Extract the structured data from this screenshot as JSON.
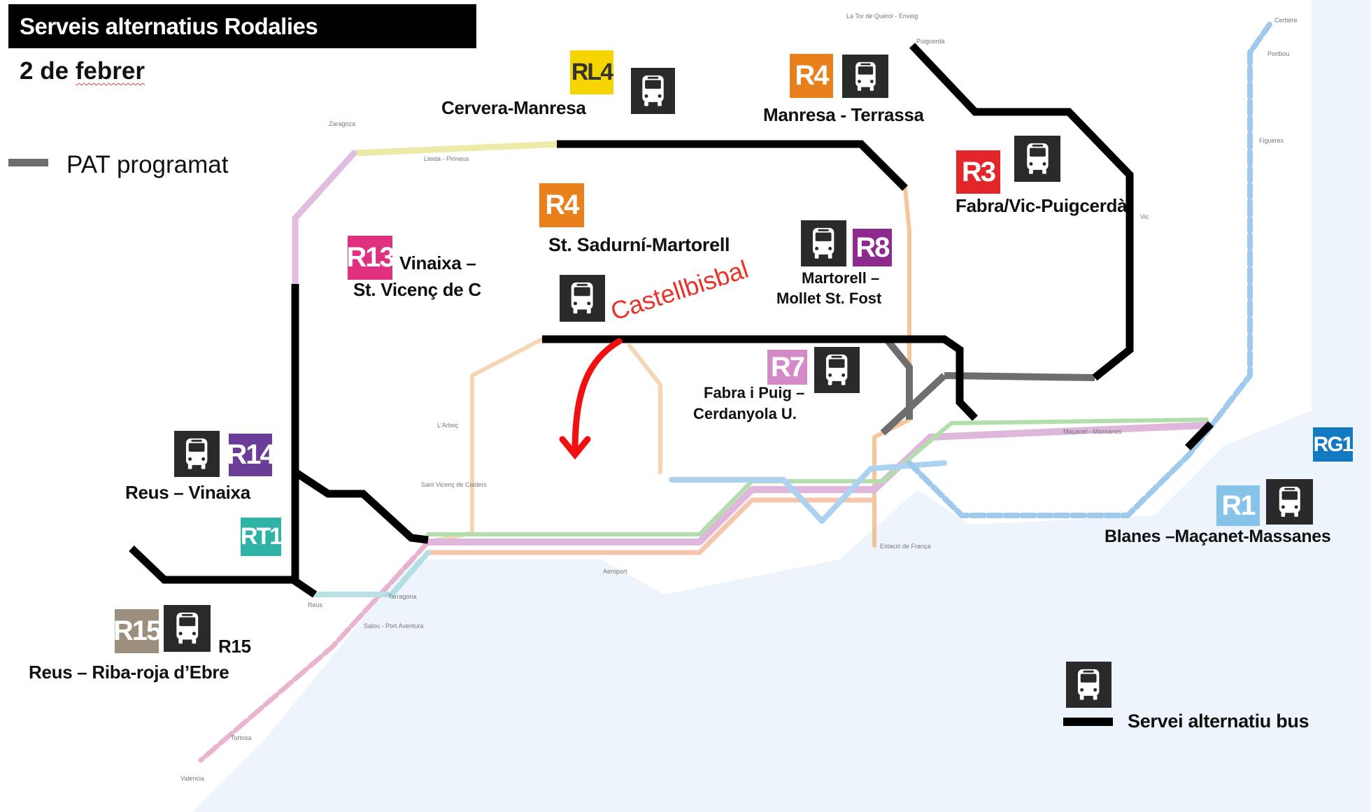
{
  "header": {
    "title": "Serveis alternatius Rodalies",
    "date": "2 de febrer"
  },
  "legend": {
    "pat_label": "PAT programat",
    "bus_label": "Servei alternatiu bus",
    "pat_color": "#6e6e6e",
    "bus_color": "#000000"
  },
  "services": {
    "rl4": {
      "line": "RL4",
      "color": "#f5d400",
      "route": "Cervera-Manresa"
    },
    "r4_north": {
      "line": "R4",
      "color": "#e8811c",
      "route": "Manresa - Terrassa"
    },
    "r3": {
      "line": "R3",
      "color": "#e3262a",
      "route": "Fabra/Vic-Puigcerdà"
    },
    "r4_south": {
      "line": "R4",
      "color": "#e8811c",
      "route": "St. Sadurní-Martorell"
    },
    "r13": {
      "line": "R13",
      "color": "#e0307f",
      "route_1": "Vinaixa –",
      "route_2": "St. Vicenç de C"
    },
    "r8": {
      "line": "R8",
      "color": "#8e2a8e",
      "route_1": "Martorell –",
      "route_2": "Mollet St. Fost"
    },
    "r7": {
      "line": "R7",
      "color": "#d38ac6",
      "route_1": "Fabra i Puig –",
      "route_2": "Cerdanyola U."
    },
    "r14": {
      "line": "R14",
      "color": "#6a3e98",
      "route": "Reus – Vinaixa"
    },
    "rt1": {
      "line": "RT1",
      "color": "#2fb3a6"
    },
    "r15": {
      "line": "R15",
      "color": "#9c8f7d",
      "line_text": "R15",
      "route": "Reus – Riba-roja d’Ebre"
    },
    "rg1": {
      "line": "RG1",
      "color": "#1479c3"
    },
    "r1": {
      "line": "R1",
      "color": "#85c3ea",
      "route": "Blanes –Maçanet-Massanes"
    }
  },
  "annotation": {
    "text": "Castellbisbal",
    "color": "#e8322a"
  },
  "map": {
    "stations": [
      "Zaragoza",
      "Lleida - Pirineus",
      "La Tor de Querol - Enveig",
      "Puigcerdà",
      "Cerbère",
      "Portbou",
      "Figueres",
      "Vic",
      "Tarragona",
      "Aeroport",
      "Estació de França",
      "Reus",
      "Valencia",
      "Maçanet - Massanes",
      "Salou - Port Aventura",
      "Tortosa",
      "Sant Vicenç de Calders",
      "L'Arboç"
    ]
  }
}
